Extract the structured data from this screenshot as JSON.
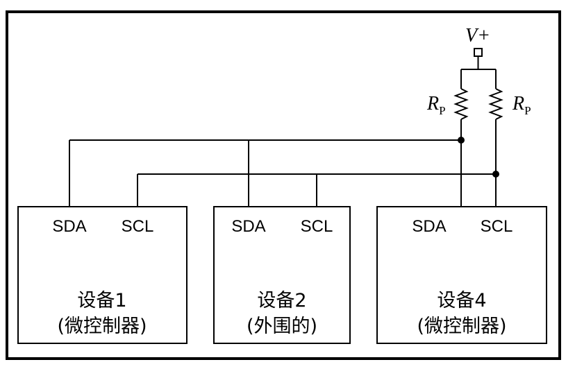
{
  "supply": {
    "label": "V+"
  },
  "resistors": [
    {
      "symbol": "R",
      "subscript": "P"
    },
    {
      "symbol": "R",
      "subscript": "P"
    }
  ],
  "buses": {
    "sda": "SDA",
    "scl": "SCL"
  },
  "devices": [
    {
      "name": "设备1",
      "role": "(微控制器)",
      "pin_sda": "SDA",
      "pin_scl": "SCL"
    },
    {
      "name": "设备2",
      "role": "(外围的)",
      "pin_sda": "SDA",
      "pin_scl": "SCL"
    },
    {
      "name": "设备4",
      "role": "(微控制器)",
      "pin_sda": "SDA",
      "pin_scl": "SCL"
    }
  ],
  "colors": {
    "line": "#000000",
    "background": "#ffffff"
  }
}
